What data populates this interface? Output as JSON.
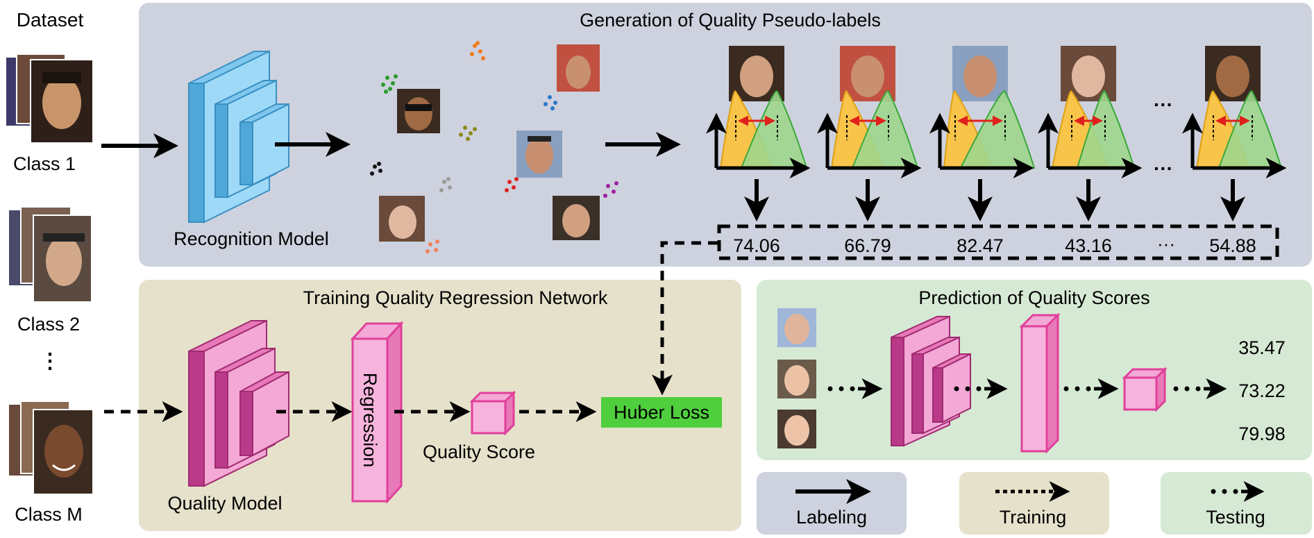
{
  "dataset": {
    "title": "Dataset",
    "classes": [
      "Class 1",
      "Class 2",
      "Class M"
    ],
    "ellipsis": "⋮"
  },
  "generation": {
    "title": "Generation of Quality Pseudo-labels",
    "recognition_label": "Recognition Model",
    "scores": [
      "74.06",
      "66.79",
      "82.47",
      "43.16",
      "54.88"
    ],
    "ellipsis": "···",
    "colors": {
      "panel": "#cdd2de",
      "recognition": "#7fc7ef",
      "gauss_left": "#f9c44a",
      "gauss_right": "#9fd68c",
      "gap_arrow": "#e0201c"
    }
  },
  "training": {
    "title": "Training Quality Regression Network",
    "quality_model_label": "Quality Model",
    "regression_label": "Regression",
    "quality_score_label": "Quality Score",
    "huber_label": "Huber Loss",
    "colors": {
      "panel": "#e6e1cb",
      "model": "#e879b8",
      "huber": "#4fcf3d"
    }
  },
  "prediction": {
    "title": "Prediction of Quality Scores",
    "scores": [
      "35.47",
      "73.22",
      "79.98"
    ],
    "colors": {
      "panel": "#d6e9d4"
    }
  },
  "legend": {
    "labeling": "Labeling",
    "training": "Training",
    "testing": "Testing"
  }
}
